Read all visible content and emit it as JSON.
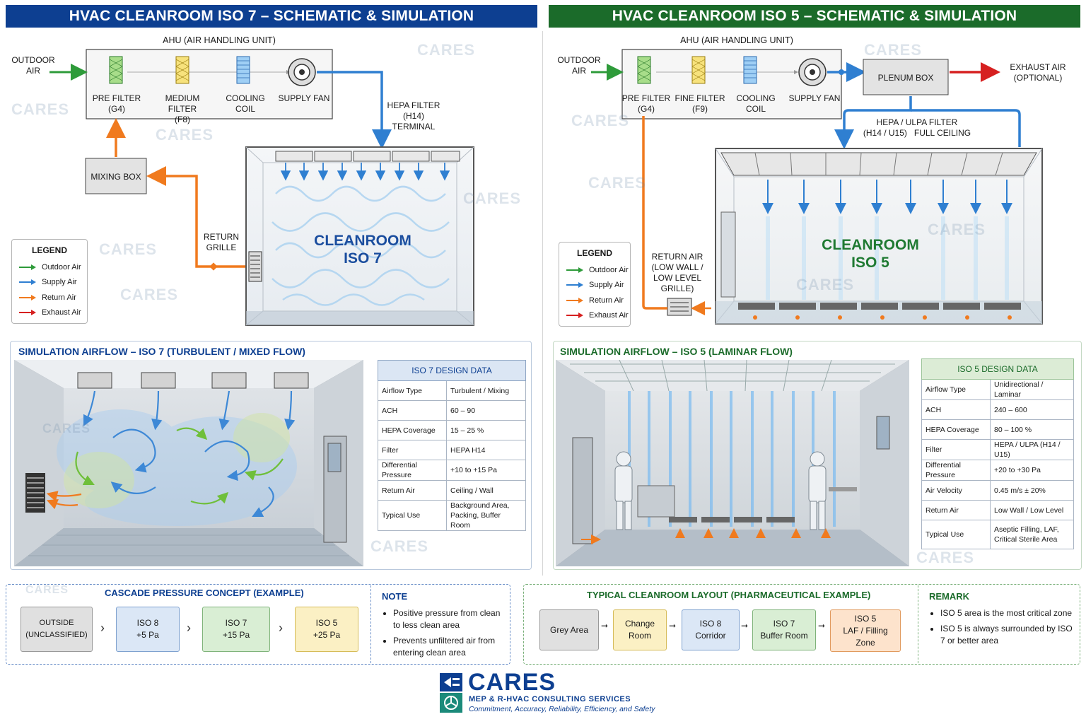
{
  "left": {
    "banner": "HVAC CLEANROOM ISO 7 – SCHEMATIC & SIMULATION",
    "ahu_title": "AHU (AIR HANDLING UNIT)",
    "outdoor_air": [
      "OUTDOOR",
      "AIR"
    ],
    "components": [
      [
        "PRE FILTER",
        "(G4)"
      ],
      [
        "MEDIUM FILTER",
        "(F8)"
      ],
      [
        "COOLING COIL",
        ""
      ],
      [
        "SUPPLY FAN",
        ""
      ]
    ],
    "hepa": [
      "HEPA FILTER",
      "(H14)",
      "TERMINAL"
    ],
    "mixing_box": "MIXING BOX",
    "return_grille": [
      "RETURN",
      "GRILLE"
    ],
    "room": [
      "CLEANROOM",
      "ISO 7"
    ],
    "sim_title": "SIMULATION AIRFLOW – ISO 7 (TURBULENT / MIXED FLOW)",
    "table_title": "ISO 7 DESIGN DATA",
    "table_rows": [
      [
        "Airflow Type",
        "Turbulent / Mixing"
      ],
      [
        "ACH",
        "60 – 90"
      ],
      [
        "HEPA Coverage",
        "15 – 25 %"
      ],
      [
        "Filter",
        "HEPA H14"
      ],
      [
        "Differential Pressure",
        "+10 to +15 Pa"
      ],
      [
        "Return Air",
        "Ceiling / Wall"
      ],
      [
        "Typical Use",
        "Background Area, Packing, Buffer Room"
      ]
    ]
  },
  "right": {
    "banner": "HVAC CLEANROOM ISO 5 – SCHEMATIC & SIMULATION",
    "ahu_title": "AHU (AIR HANDLING UNIT)",
    "outdoor_air": [
      "OUTDOOR",
      "AIR"
    ],
    "components": [
      [
        "PRE FILTER",
        "(G4)"
      ],
      [
        "FINE FILTER",
        "(F9)"
      ],
      [
        "COOLING COIL",
        ""
      ],
      [
        "SUPPLY FAN",
        ""
      ]
    ],
    "plenum": "PLENUM BOX",
    "exhaust": [
      "EXHAUST AIR",
      "(OPTIONAL)"
    ],
    "hepa": [
      "HEPA / ULPA FILTER",
      "(H14 / U15)   FULL CEILING"
    ],
    "return_air": [
      "RETURN AIR",
      "(LOW WALL /",
      "LOW LEVEL",
      "GRILLE)"
    ],
    "room": [
      "CLEANROOM",
      "ISO 5"
    ],
    "sim_title": "SIMULATION AIRFLOW – ISO 5 (LAMINAR FLOW)",
    "table_title": "ISO 5 DESIGN DATA",
    "table_rows": [
      [
        "Airflow Type",
        "Unidirectional / Laminar"
      ],
      [
        "ACH",
        "240 – 600"
      ],
      [
        "HEPA Coverage",
        "80 – 100 %"
      ],
      [
        "Filter",
        "HEPA / ULPA (H14 / U15)"
      ],
      [
        "Differential Pressure",
        "+20 to +30 Pa"
      ],
      [
        "Air Velocity",
        "0.45 m/s ± 20%"
      ],
      [
        "Return Air",
        "Low Wall / Low Level"
      ],
      [
        "Typical Use",
        "Aseptic Filling, LAF, Critical Sterile Area"
      ]
    ]
  },
  "legend": {
    "title": "LEGEND",
    "items": [
      {
        "label": "Outdoor Air",
        "color": "#2e9b3a"
      },
      {
        "label": "Supply Air",
        "color": "#2f7fd1"
      },
      {
        "label": "Return Air",
        "color": "#f07a1e"
      },
      {
        "label": "Exhaust Air",
        "color": "#d62020"
      }
    ]
  },
  "cascade": {
    "title": "CASCADE PRESSURE CONCEPT (EXAMPLE)",
    "boxes": [
      {
        "l1": "OUTSIDE",
        "l2": "(UNCLASSIFIED)"
      },
      {
        "l1": "ISO 8",
        "l2": "+5 Pa"
      },
      {
        "l1": "ISO 7",
        "l2": "+15 Pa"
      },
      {
        "l1": "ISO 5",
        "l2": "+25 Pa"
      }
    ],
    "note_title": "NOTE",
    "notes": [
      "Positive pressure from clean to less clean area",
      "Prevents unfiltered air from entering clean area"
    ]
  },
  "layout": {
    "title": "TYPICAL CLEANROOM LAYOUT (PHARMACEUTICAL EXAMPLE)",
    "boxes": [
      {
        "l1": "Grey Area",
        "l2": "",
        "l3": ""
      },
      {
        "l1": "Change",
        "l2": "Room",
        "l3": ""
      },
      {
        "l1": "ISO 8",
        "l2": "Corridor",
        "l3": ""
      },
      {
        "l1": "ISO 7",
        "l2": "Buffer Room",
        "l3": ""
      },
      {
        "l1": "ISO 5",
        "l2": "LAF / Filling",
        "l3": "Zone"
      }
    ],
    "remark_title": "REMARK",
    "remarks": [
      "ISO 5 area is the most critical zone",
      "ISO 5 is always surrounded by ISO 7 or better area"
    ]
  },
  "brand": {
    "name": "CARES",
    "sub": "MEP & R-HVAC CONSULTING SERVICES",
    "tagline": "Commitment, Accuracy, Reliability, Efficiency, and Safety"
  },
  "colors": {
    "iso7": "#0d3f91",
    "iso5": "#1b6b2a",
    "outdoor": "#2e9b3a",
    "supply": "#2f7fd1",
    "return": "#f07a1e",
    "exhaust": "#d62020"
  }
}
